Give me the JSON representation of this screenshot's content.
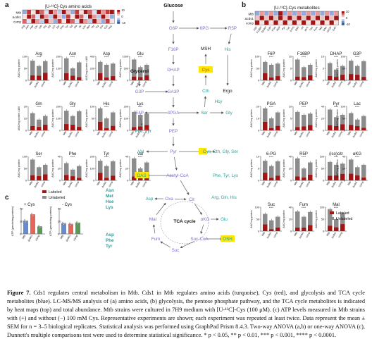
{
  "panel_a": {
    "letter": "a",
    "heatmap_title": "[U-¹³C]-Cys amino acids",
    "heatmap_rows": [
      "Mtb",
      "Δcds1",
      "comp"
    ],
    "heatmap_cols": [
      "Arg",
      "Asn",
      "Asp",
      "Glu",
      "Gln",
      "Gly",
      "His",
      "Lys",
      "Ser",
      "Phe",
      "Tyr",
      "Val",
      "Ala",
      "Ile",
      "Leu",
      "Met",
      "Thr",
      "Trp",
      "Pro",
      "Cys",
      "Hcy"
    ],
    "colorbar_ticks": [
      "10",
      "0",
      "-10"
    ]
  },
  "panel_b": {
    "letter": "b",
    "heatmap_title": "[U-¹³C]-Cys metabolites",
    "heatmap_rows": [
      "Mtb",
      "Δcds1",
      "comp"
    ],
    "heatmap_cols": [
      "F6P",
      "F16BP",
      "DHAP",
      "G3P",
      "PGA",
      "PEP",
      "Pyr",
      "Lac",
      "6-PG",
      "R5P",
      "Cit",
      "αKG",
      "Suc",
      "Fum",
      "Mal",
      "OAA",
      "GA3P",
      "E4P"
    ],
    "colorbar_ticks": [
      "10",
      "0",
      "-10"
    ]
  },
  "panel_c": {
    "letter": "c",
    "plus_label": "+ Cys",
    "minus_label": "- Cys",
    "ylabel": "ATP (μmole/mg protein)"
  },
  "bar_panels_a": [
    {
      "title": "Arg",
      "ylabel": "AUC/mg protein",
      "ticks": [
        "0",
        "50",
        "100"
      ]
    },
    {
      "title": "Asn",
      "ylabel": "AUC/mg protein",
      "ticks": [
        "0",
        "100",
        "200"
      ]
    },
    {
      "title": "Asp",
      "ylabel": "AUC/mg protein x100",
      "ticks": [
        "0",
        "200",
        "400"
      ]
    },
    {
      "title": "Glu",
      "ylabel": "AUC/mg protein",
      "ticks": [
        "0",
        "500",
        "1000"
      ]
    },
    {
      "title": "Gln",
      "ylabel": "AUC/mg protein x100",
      "ticks": [
        "0",
        "10",
        "20"
      ]
    },
    {
      "title": "Gly",
      "ylabel": "AUC/mg protein",
      "ticks": [
        "0",
        "100",
        "200"
      ]
    },
    {
      "title": "His",
      "ylabel": "AUC/mg protein",
      "ticks": [
        "0",
        "50",
        "100"
      ]
    },
    {
      "title": "Lys",
      "ylabel": "AUC/mg protein",
      "ticks": [
        "0",
        "100",
        "200"
      ]
    },
    {
      "title": "Ser",
      "ylabel": "AUC/mg protein",
      "ticks": [
        "0",
        "50",
        "100"
      ]
    },
    {
      "title": "Phe",
      "ylabel": "AUC/mg protein",
      "ticks": [
        "0",
        "20",
        "40"
      ]
    },
    {
      "title": "Tyr",
      "ylabel": "AUC/mg protein",
      "ticks": [
        "0",
        "100",
        "200"
      ]
    },
    {
      "title": "Val",
      "ylabel": "AUC/mg protein",
      "ticks": [
        "0",
        "20",
        "40"
      ]
    }
  ],
  "bar_panels_b": [
    {
      "title": "F6P",
      "ylabel": "AUC/mg protein",
      "ticks": [
        "0",
        "50",
        "100"
      ]
    },
    {
      "title": "F16BP",
      "ylabel": "AUC/mg protein",
      "ticks": [
        "0",
        "5",
        "10"
      ]
    },
    {
      "title": "DHAP",
      "ylabel": "AUC/mg protein",
      "ticks": [
        "0",
        "5",
        "10"
      ]
    },
    {
      "title": "G3P",
      "ylabel": "AUC/mg protein",
      "ticks": [
        "0",
        "50",
        "100"
      ]
    },
    {
      "title": "PGA",
      "ylabel": "AUC/mg protein",
      "ticks": [
        "0",
        "10",
        "20"
      ]
    },
    {
      "title": "PEP",
      "ylabel": "AUC/mg protein",
      "ticks": [
        "0",
        "5",
        "10"
      ]
    },
    {
      "title": "Pyr",
      "ylabel": "AUC/mg protein",
      "ticks": [
        "0",
        "20",
        "40"
      ]
    },
    {
      "title": "Lac",
      "ylabel": "AUC/mg protein",
      "ticks": [
        "0",
        "50",
        "100"
      ]
    },
    {
      "title": "6-PG",
      "ylabel": "AUC/mg protein",
      "ticks": [
        "0",
        "5",
        "10"
      ]
    },
    {
      "title": "R5P",
      "ylabel": "AUC/mg protein",
      "ticks": [
        "0",
        "20",
        "40"
      ]
    },
    {
      "title": "(iso)citr",
      "ylabel": "AUC/mg protein",
      "ticks": [
        "0",
        "50",
        "100"
      ]
    },
    {
      "title": "αKG",
      "ylabel": "AUC/mg protein",
      "ticks": [
        "0",
        "20",
        "40"
      ]
    },
    {
      "title": "Suc",
      "ylabel": "AUC/mg protein",
      "ticks": [
        "0",
        "50",
        "100"
      ]
    },
    {
      "title": "Fum",
      "ylabel": "AUC/mg protein",
      "ticks": [
        "0",
        "20",
        "40"
      ]
    },
    {
      "title": "Mal",
      "ylabel": "AUC/mg protein",
      "ticks": [
        "0",
        "50",
        "100"
      ]
    }
  ],
  "strain_labels": [
    "Mtb",
    "Δcds1",
    "comp"
  ],
  "legend": {
    "labeled": "Labeled",
    "unlabeled": "Unlabeled"
  },
  "pathway": {
    "glucose": "Glucose",
    "g6p": "G6P",
    "six_pg": "6PG",
    "r5p": "R5P",
    "f16p": "F16P",
    "msh": "MSH",
    "his": "His",
    "glycerol": "Glycerol",
    "dhap": "DHAP",
    "cys": "Cys",
    "g3p": "G3P",
    "ga3p": "GA3P",
    "cth": "Cth",
    "ergo": "Ergo",
    "hcy": "Hcy",
    "e4p": "E4P",
    "three_pga": "3PGA",
    "ser": "Ser",
    "gly": "Gly",
    "phe_tyr": "Phe, Tyr",
    "pep": "PEP",
    "val": "Val",
    "pyr": "Pyr",
    "cys_group": "Cys, Cth, Gly, Ser",
    "oas": "OAS",
    "acetyl_coa": "Acetyl-CoA",
    "phe_tyr_lys": "Phe, Tyr, Lys",
    "asn_group": "Asn\nMet\nHse\nLys",
    "asp": "Asp",
    "oxa": "Oxa",
    "cit": "Cit",
    "arg_gln_his": "Arg, Gln, His",
    "mal": "Mal",
    "tca": "TCA cycle",
    "akg": "αKG",
    "glu": "Glu",
    "asp_group": "Asp\nPhe\nTyr",
    "fum": "Fum",
    "suc_coa": "Suc-CoA",
    "osh": "OSH",
    "suc": "Suc"
  },
  "colors": {
    "labeled": "#a31515",
    "unlabeled": "#8c8c8c",
    "turquoise": "#2a9d9a",
    "blue": "#7b72c9",
    "highlight": "#ffe600"
  },
  "caption": {
    "fig_label": "Figure 7.",
    "text": "Cds1 regulates central metabolism in Mtb. Cds1 in Mtb regulates amino acids (turquoise), Cys (red), and glycolysis and TCA cycle metabolites (blue). LC-MS/MS analysis of (a) amino acids, (b) glycolysis, the pentose phosphate pathway, and the TCA cycle metabolites is indicated by heat maps (top) and total abundance. Mtb strains were cultured in 7H9 medium with [U-¹³C]-Cys (100 μM). (c) ATP levels measured in Mtb strains with (+) and without (−) 100 mM Cys. Representative experiments are shown; each experiment was repeated at least twice. Data represent the mean ± SEM for n = 3–5 biological replicates. Statistical analysis was performed using GraphPad Prism 8.4.3. Two-way ANOVA (a,b) or one-way ANOVA (c), Dunnett's multiple comparisons test were used to determine statistical significance. * p < 0.05, ** p < 0.01, *** p < 0.001, **** p < 0.0001."
  }
}
